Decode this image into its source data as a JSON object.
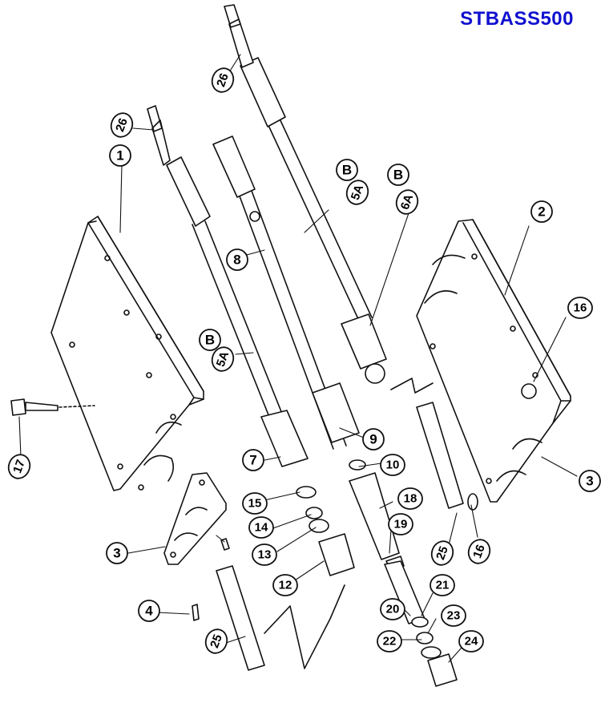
{
  "title": "STBASS500",
  "title_color": "#1010d0",
  "callouts": [
    {
      "id": "c26a",
      "text": "26"
    },
    {
      "id": "c26b",
      "text": "26"
    },
    {
      "id": "c1",
      "text": "1"
    },
    {
      "id": "cB1",
      "text": "B"
    },
    {
      "id": "c5A1",
      "text": "5A"
    },
    {
      "id": "cB2",
      "text": "B"
    },
    {
      "id": "c6A",
      "text": "6A"
    },
    {
      "id": "c2",
      "text": "2"
    },
    {
      "id": "c8",
      "text": "8"
    },
    {
      "id": "cB3",
      "text": "B"
    },
    {
      "id": "c5A2",
      "text": "5A"
    },
    {
      "id": "c16a",
      "text": "16"
    },
    {
      "id": "c9",
      "text": "9"
    },
    {
      "id": "c7",
      "text": "7"
    },
    {
      "id": "c10",
      "text": "10"
    },
    {
      "id": "c3a",
      "text": "3"
    },
    {
      "id": "c17",
      "text": "17"
    },
    {
      "id": "c15",
      "text": "15"
    },
    {
      "id": "c18",
      "text": "18"
    },
    {
      "id": "c14",
      "text": "14"
    },
    {
      "id": "c16b",
      "text": "16"
    },
    {
      "id": "c25a",
      "text": "25"
    },
    {
      "id": "c13",
      "text": "13"
    },
    {
      "id": "c19",
      "text": "19"
    },
    {
      "id": "c3b",
      "text": "3"
    },
    {
      "id": "c12",
      "text": "12"
    },
    {
      "id": "c21",
      "text": "21"
    },
    {
      "id": "c20",
      "text": "20"
    },
    {
      "id": "c4",
      "text": "4"
    },
    {
      "id": "c23",
      "text": "23"
    },
    {
      "id": "c22",
      "text": "22"
    },
    {
      "id": "c24",
      "text": "24"
    },
    {
      "id": "c25b",
      "text": "25"
    }
  ]
}
